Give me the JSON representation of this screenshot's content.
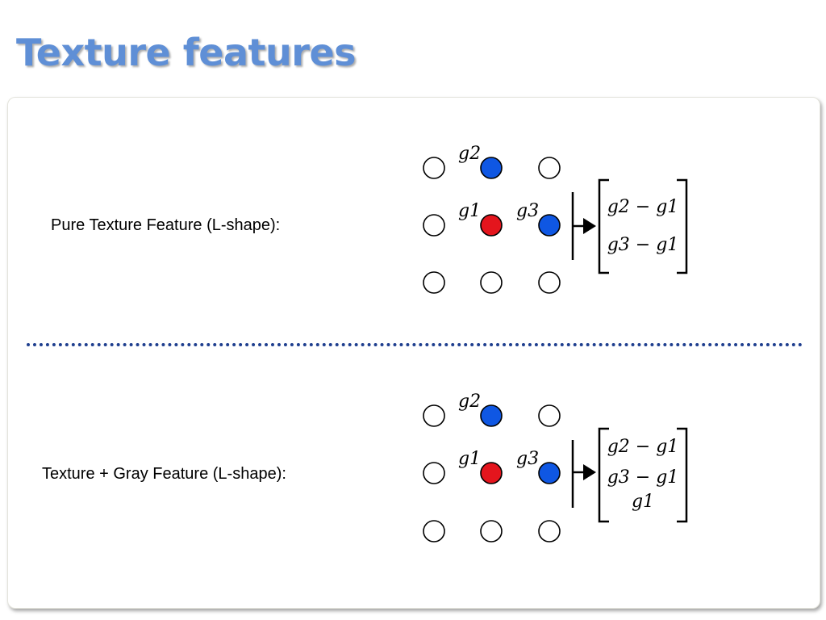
{
  "slide": {
    "title": "Texture features"
  },
  "colors": {
    "title": "#5f8fd6",
    "center_pixel": "#e4151d",
    "neighbor_pixel": "#0f57e3",
    "divider": "#1f3f8f"
  },
  "features": [
    {
      "label": "Pure Texture Feature (L-shape):",
      "pixel_labels": {
        "g1": "g1",
        "g2": "g2",
        "g3": "g3"
      },
      "vector": [
        "g2 − g1",
        "g3 − g1"
      ]
    },
    {
      "label": "Texture + Gray Feature (L-shape):",
      "pixel_labels": {
        "g1": "g1",
        "g2": "g2",
        "g3": "g3"
      },
      "vector": [
        "g2 − g1",
        "g3 − g1",
        "g1"
      ]
    }
  ]
}
